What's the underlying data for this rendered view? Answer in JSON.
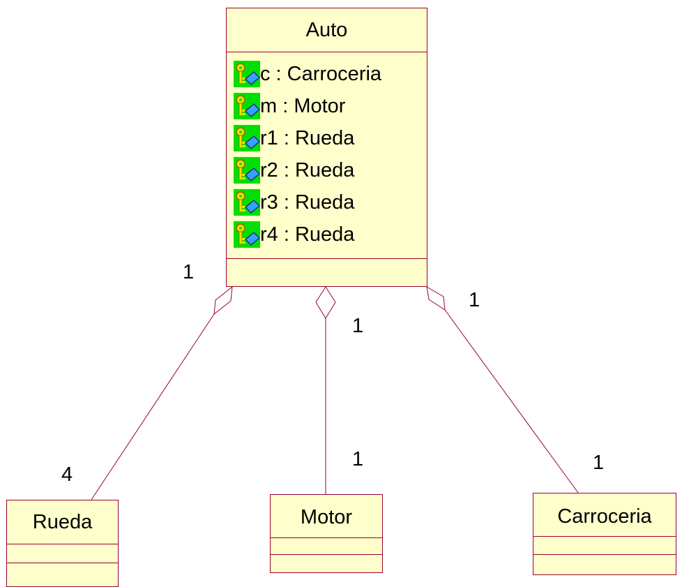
{
  "classes": {
    "auto": {
      "name": "Auto",
      "attributes": [
        {
          "label": "c : Carroceria",
          "icon": "private-attribute-icon"
        },
        {
          "label": "m : Motor",
          "icon": "private-attribute-icon"
        },
        {
          "label": "r1 : Rueda",
          "icon": "private-attribute-icon"
        },
        {
          "label": "r2 : Rueda",
          "icon": "private-attribute-icon"
        },
        {
          "label": "r3 : Rueda",
          "icon": "private-attribute-icon"
        },
        {
          "label": "r4 : Rueda",
          "icon": "private-attribute-icon"
        }
      ]
    },
    "rueda": {
      "name": "Rueda"
    },
    "motor": {
      "name": "Motor"
    },
    "carroceria": {
      "name": "Carroceria"
    }
  },
  "associations": {
    "auto_rueda": {
      "source_multiplicity": "1",
      "target_multiplicity": "4"
    },
    "auto_motor": {
      "source_multiplicity": "1",
      "target_multiplicity": "1"
    },
    "auto_carroceria": {
      "source_multiplicity": "1",
      "target_multiplicity": "1"
    }
  },
  "colors": {
    "class_fill": "#ffffcc",
    "class_border": "#990033",
    "line": "#990033",
    "icon_background": "#00e000"
  }
}
